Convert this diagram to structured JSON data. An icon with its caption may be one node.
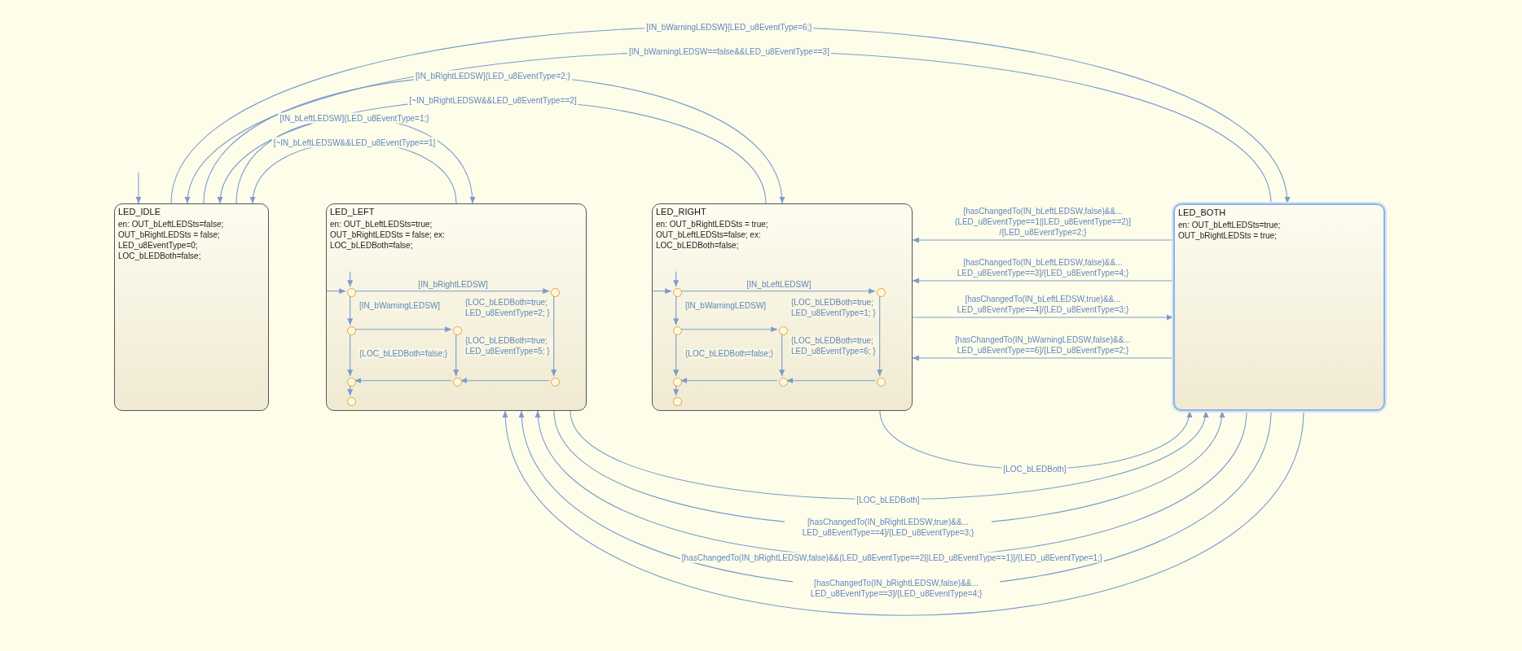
{
  "diagram": {
    "nodes": [
      {
        "text": [
          "LED_IDLE",
          "en: OUT_bLeftLEDSts=false; OUT_bRightLEDSts = false; LED_u8EventType=0; LOC_bLEDBoth=false;"
        ]
      },
      {
        "text": [
          "LED_LEFT",
          "en: OUT_bLeftLEDSts=true; OUT_bRightLEDSts = false; ex: LOC_bLEDBoth=false;"
        ]
      },
      {
        "text": [],
        "shape": "circle",
        "in": 1
      },
      {
        "text": [],
        "shape": "circle",
        "in": 1
      },
      {
        "text": [],
        "shape": "circle",
        "in": 1
      },
      {
        "text": [],
        "shape": "circle",
        "in": 1
      },
      {
        "text": [],
        "shape": "circle",
        "in": 1
      },
      {
        "text": [],
        "shape": "circle",
        "in": 1
      },
      {
        "text": [],
        "shape": "circle",
        "in": 1
      },
      {
        "text": [],
        "shape": "circle",
        "in": 1
      },
      {
        "text": [
          "LED_RIGHT",
          "en: OUT_bRightLEDSts = true; OUT_bLeftLEDSts=false; ex: LOC_bLEDBoth=false;"
        ]
      },
      {
        "text": [],
        "shape": "circle",
        "in": 10
      },
      {
        "text": [],
        "shape": "circle",
        "in": 10
      },
      {
        "text": [],
        "shape": "circle",
        "in": 10
      },
      {
        "text": [],
        "shape": "circle",
        "in": 10
      },
      {
        "text": [],
        "shape": "circle",
        "in": 10
      },
      {
        "text": [],
        "shape": "circle",
        "in": 10
      },
      {
        "text": [],
        "shape": "circle",
        "in": 10
      },
      {
        "text": [],
        "shape": "circle",
        "in": 10
      },
      {
        "text": [
          "LED_BOTH",
          "en: OUT_bLeftLEDSts=true; OUT_bRightLEDSts = true;"
        ]
      }
    ],
    "edges": [
      {
        "from": null,
        "to": 0,
        "arrow": "to"
      },
      {
        "from": 0,
        "to": 1,
        "arrow": "to",
        "label": "[IN_bLeftLEDSW]{LED_u8EventType=1;}"
      },
      {
        "from": 1,
        "to": 0,
        "arrow": "to",
        "label": "[~IN_bLeftLEDSW&&LED_u8EventType==1]"
      },
      {
        "from": 0,
        "to": 10,
        "arrow": "to",
        "label": "[IN_bRightLEDSW]{LED_u8EventType=2;}"
      },
      {
        "from": 10,
        "to": 0,
        "arrow": "to",
        "label": "[~IN_bRightLEDSW&&LED_u8EventType==2]"
      },
      {
        "from": 0,
        "to": 19,
        "arrow": "to",
        "label": "[IN_bWarningLEDSW]{LED_u8EventType=6;}"
      },
      {
        "from": 19,
        "to": 0,
        "arrow": "to",
        "label": "[IN_bWarningLEDSW==false&&LED_u8EventType==3]"
      },
      {
        "from": null,
        "to": 2,
        "arrow": "to"
      },
      {
        "from": null,
        "to": 2,
        "arrow": "to"
      },
      {
        "from": 2,
        "to": 3,
        "arrow": "to",
        "label": "[IN_bRightLEDSW]"
      },
      {
        "from": 3,
        "to": 8,
        "arrow": "to",
        "label": "{LOC_bLEDBoth=true; LED_u8EventType=2; }"
      },
      {
        "from": 2,
        "to": 4,
        "arrow": "to",
        "label": "[IN_bWarningLEDSW]"
      },
      {
        "from": 4,
        "to": 5,
        "arrow": "to"
      },
      {
        "from": 5,
        "to": 7,
        "arrow": "to",
        "label": "{LOC_bLEDBoth=true; LED_u8EventType=5; }"
      },
      {
        "from": 8,
        "to": 7,
        "arrow": "to"
      },
      {
        "from": 7,
        "to": 6,
        "arrow": "to"
      },
      {
        "from": 4,
        "to": 6,
        "arrow": "to",
        "label": "{LOC_bLEDBoth=false;}"
      },
      {
        "from": 6,
        "to": 9,
        "arrow": "to"
      },
      {
        "from": null,
        "to": 11,
        "arrow": "to"
      },
      {
        "from": null,
        "to": 11,
        "arrow": "to"
      },
      {
        "from": 11,
        "to": 12,
        "arrow": "to",
        "label": "[IN_bLeftLEDSW]"
      },
      {
        "from": 12,
        "to": 17,
        "arrow": "to",
        "label": "{LOC_bLEDBoth=true; LED_u8EventType=1; }"
      },
      {
        "from": 11,
        "to": 13,
        "arrow": "to",
        "label": "[IN_bWarningLEDSW]"
      },
      {
        "from": 13,
        "to": 14,
        "arrow": "to"
      },
      {
        "from": 14,
        "to": 16,
        "arrow": "to",
        "label": "{LOC_bLEDBoth=true; LED_u8EventType=6; }"
      },
      {
        "from": 17,
        "to": 16,
        "arrow": "to"
      },
      {
        "from": 16,
        "to": 15,
        "arrow": "to"
      },
      {
        "from": 13,
        "to": 15,
        "arrow": "to",
        "label": "{LOC_bLEDBoth=false;}"
      },
      {
        "from": 15,
        "to": 18,
        "arrow": "to"
      },
      {
        "from": 19,
        "to": 10,
        "arrow": "to",
        "label": "[hasChangedTo(IN_bLeftLEDSW,false)&&... (LED_u8EventType==1||LED_u8EventType==2)] /{LED_u8EventType=2;}"
      },
      {
        "from": 19,
        "to": 10,
        "arrow": "to",
        "label": "[hasChangedTo(IN_bLeftLEDSW,false)&&... LED_u8EventType==3]/{LED_u8EventType=4;}"
      },
      {
        "from": 10,
        "to": 19,
        "arrow": "to",
        "label": "[hasChangedTo(IN_bLeftLEDSW,true)&&... LED_u8EventType==4]/{LED_u8EventType=3;}"
      },
      {
        "from": 19,
        "to": 10,
        "arrow": "to",
        "label": "[hasChangedTo(IN_bWarningLEDSW,false)&&... LED_u8EventType==6]/{LED_u8EventType=2;}"
      },
      {
        "from": 10,
        "to": 19,
        "arrow": "to",
        "label": "[LOC_bLEDBoth]"
      },
      {
        "from": 1,
        "to": 19,
        "arrow": "to",
        "label": "[LOC_bLEDBoth]"
      },
      {
        "from": 1,
        "to": 19,
        "arrow": "to",
        "label": "[hasChangedTo(IN_bRightLEDSW,true)&&... LED_u8EventType==4]/{LED_u8EventType=3;}"
      },
      {
        "from": 19,
        "to": 1,
        "arrow": "to",
        "label": "[hasChangedTo(IN_bRightLEDSW,false)&&(LED_u8EventType==2||LED_u8EventType==1)]/{LED_u8EventType=1;}"
      },
      {
        "from": 19,
        "to": 1,
        "arrow": "to",
        "label": "[hasChangedTo(IN_bRightLEDSW,false)&&... LED_u8EventType==3]/{LED_u8EventType=4;}"
      },
      {
        "from": 19,
        "to": 1,
        "arrow": "to"
      }
    ]
  }
}
